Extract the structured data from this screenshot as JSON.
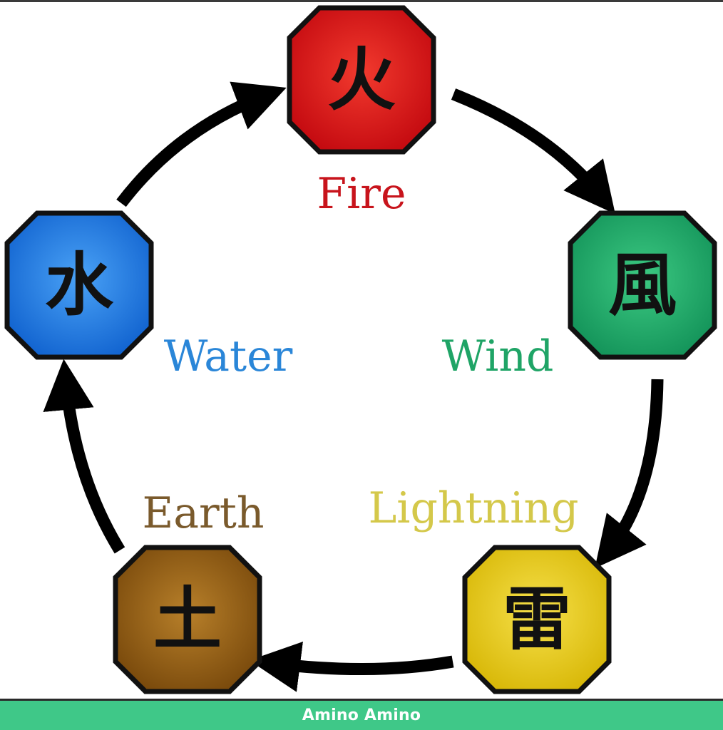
{
  "diagram": {
    "elements": [
      {
        "id": "fire",
        "kanji": "火",
        "label": "Fire",
        "fill": "#d40f12",
        "fill_light": "#f23a2e",
        "label_color": "#c8141c"
      },
      {
        "id": "wind",
        "kanji": "風",
        "label": "Wind",
        "fill": "#1aa860",
        "fill_light": "#3cc982",
        "label_color": "#1fa466"
      },
      {
        "id": "lightning",
        "kanji": "雷",
        "label": "Lightning",
        "fill": "#e0c20a",
        "fill_light": "#f6e04a",
        "label_color": "#d4c84a"
      },
      {
        "id": "earth",
        "kanji": "土",
        "label": "Earth",
        "fill": "#8a5510",
        "fill_light": "#b8802a",
        "label_color": "#7a5a2c"
      },
      {
        "id": "water",
        "kanji": "水",
        "label": "Water",
        "fill": "#1a74e0",
        "fill_light": "#4aa2f6",
        "label_color": "#2a86d8"
      }
    ],
    "cycle_order": [
      "fire",
      "wind",
      "lightning",
      "earth",
      "water"
    ]
  },
  "footer": {
    "text": "Amino Amino",
    "bar_color": "#3fc888"
  }
}
